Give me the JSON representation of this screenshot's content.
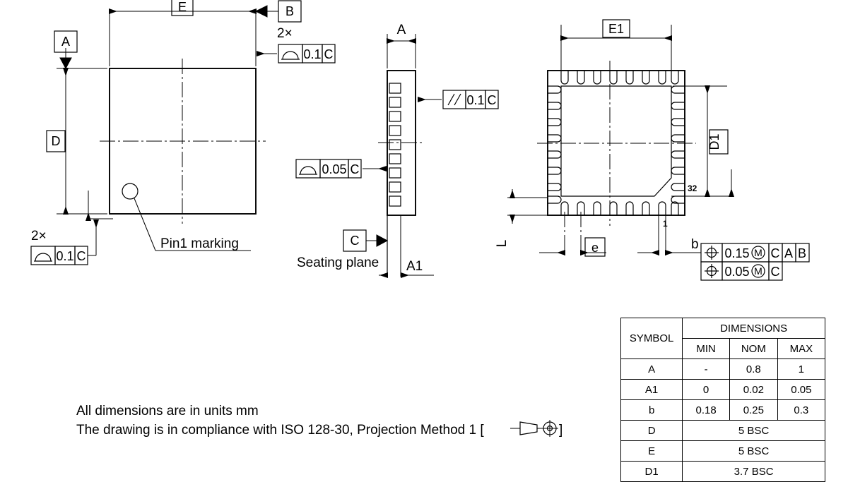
{
  "drawing": {
    "title": "QFN-32 package mechanical drawing",
    "notes": [
      "All dimensions are in units mm",
      "The drawing is in compliance with ISO 128-30, Projection Method 1 ["
    ],
    "note_suffix": "]"
  },
  "top_view": {
    "dim_e_label": "E",
    "dim_d_label": "D",
    "datum_a": "A",
    "datum_b": "B",
    "pin1_label": "Pin1 marking",
    "fcf_top": {
      "multiplier": "2×",
      "symbol": "profile-of-surface",
      "tolerance": "0.1",
      "datum": "C"
    },
    "fcf_bottom": {
      "multiplier": "2×",
      "symbol": "profile-of-surface",
      "tolerance": "0.1",
      "datum": "C"
    }
  },
  "side_view": {
    "dim_a_label": "A",
    "dim_a1_label": "A1",
    "datum_c": "C",
    "seating_plane_label": "Seating plane",
    "fcf_parallel": {
      "symbol": "parallelism",
      "tolerance": "0.1",
      "datum": "C"
    },
    "fcf_profile": {
      "symbol": "profile-of-surface",
      "tolerance": "0.05",
      "datum": "C"
    }
  },
  "bottom_view": {
    "dim_e1_label": "E1",
    "dim_d1_label": "D1",
    "dim_l_label": "L",
    "dim_e_pitch_label": "e",
    "dim_b_label": "b",
    "pin_first": "1",
    "pin_last": "32",
    "fcf_position_1": {
      "symbol": "position",
      "tolerance": "0.15",
      "modifier": "M",
      "datums": [
        "C",
        "A",
        "B"
      ]
    },
    "fcf_position_2": {
      "symbol": "position",
      "tolerance": "0.05",
      "modifier": "M",
      "datums": [
        "C"
      ]
    }
  },
  "table": {
    "col_symbol": "SYMBOL",
    "col_group": "DIMENSIONS",
    "col_min": "MIN",
    "col_nom": "NOM",
    "col_max": "MAX",
    "rows": [
      {
        "symbol": "A",
        "min": "-",
        "nom": "0.8",
        "max": "1",
        "span": false
      },
      {
        "symbol": "A1",
        "min": "0",
        "nom": "0.02",
        "max": "0.05",
        "span": false
      },
      {
        "symbol": "b",
        "min": "0.18",
        "nom": "0.25",
        "max": "0.3",
        "span": false
      },
      {
        "symbol": "D",
        "value": "5 BSC",
        "span": true
      },
      {
        "symbol": "E",
        "value": "5 BSC",
        "span": true
      },
      {
        "symbol": "D1",
        "value": "3.7 BSC",
        "span": true
      }
    ]
  },
  "colors": {
    "line": "#000000",
    "background": "#ffffff"
  }
}
